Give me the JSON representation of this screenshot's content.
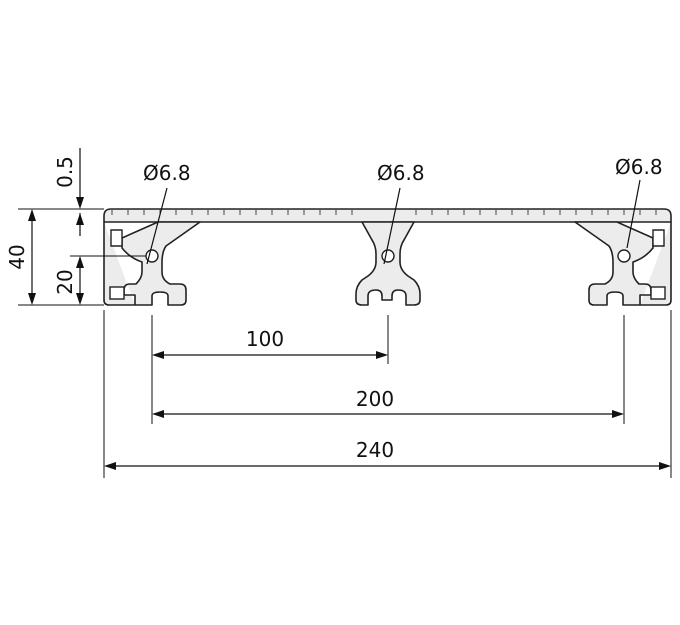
{
  "dimensions": {
    "top_skin": "0.5",
    "total_height": "40",
    "slot_center_height": "20",
    "hole_left": "Ø6.8",
    "hole_middle": "Ø6.8",
    "hole_right": "Ø6.8",
    "pitch_small": "100",
    "pitch_large": "200",
    "overall_width": "240"
  },
  "profile": {
    "width_mm": 240,
    "height_mm": 40,
    "hole_diameter_mm": 6.8,
    "node_positions_mm": [
      20,
      120,
      220
    ],
    "colors": {
      "fill": "#ececec",
      "outline": "#222222"
    }
  }
}
